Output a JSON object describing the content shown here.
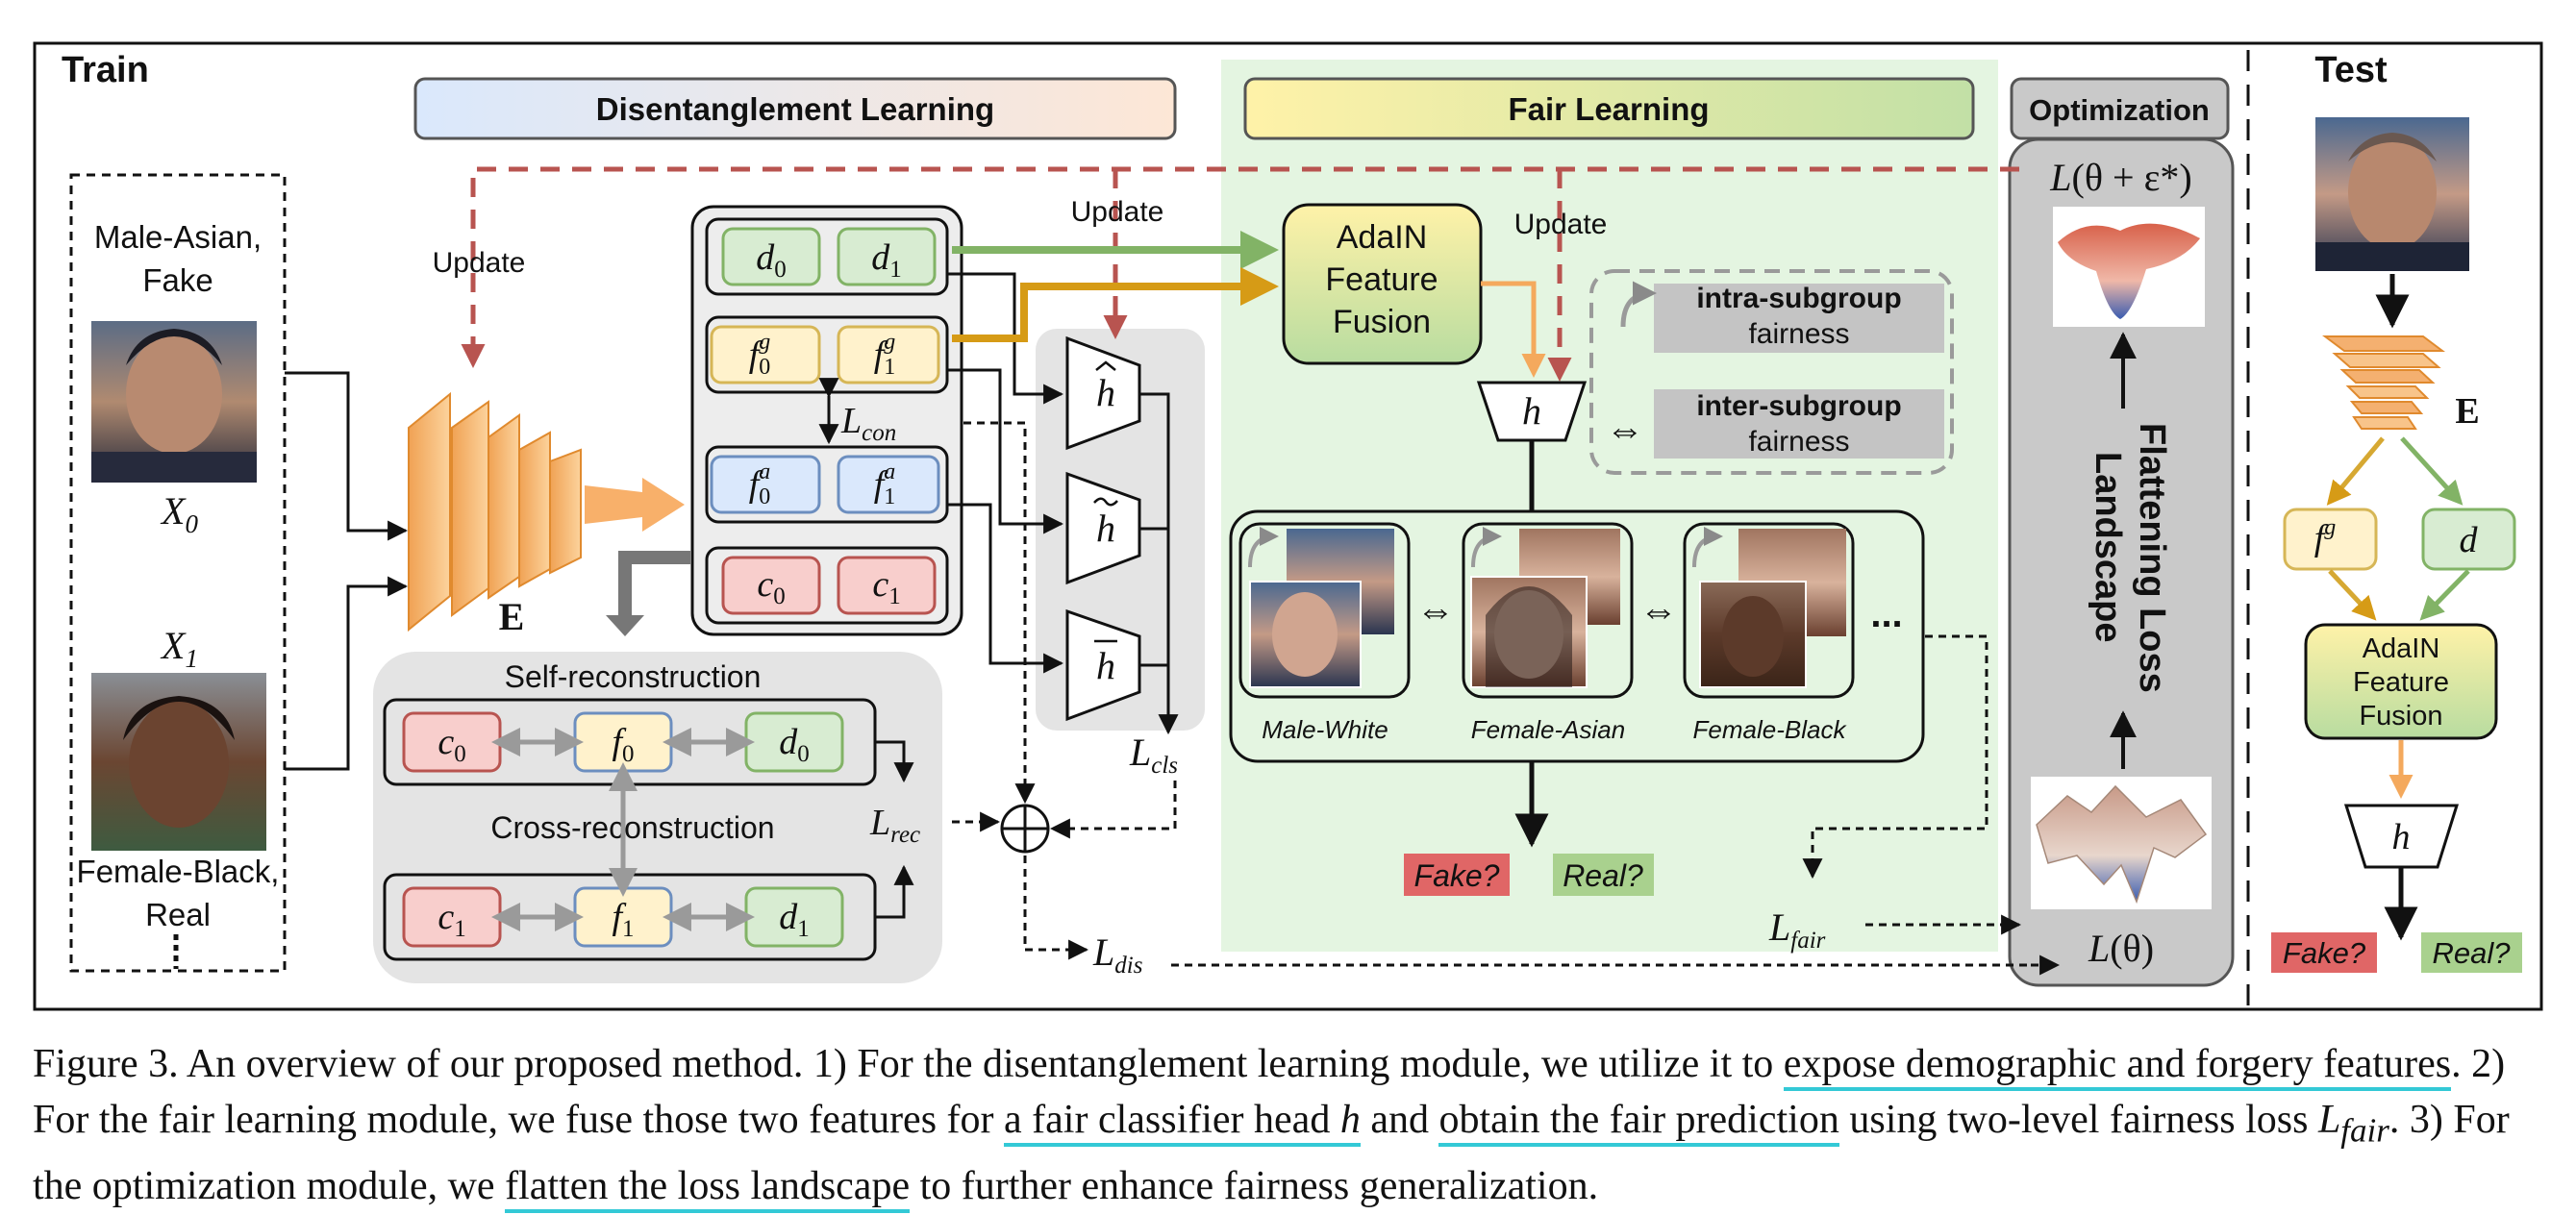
{
  "panels": {
    "train": "Train",
    "test": "Test",
    "disentanglement": "Disentanglement Learning",
    "fair": "Fair Learning",
    "optimization": "Optimization"
  },
  "inputs": {
    "x0_label_line1": "Male-Asian,",
    "x0_label_line2": "Fake",
    "x0_symbol": "X",
    "x0_sub": "0",
    "x1_symbol": "X",
    "x1_sub": "1",
    "x1_label_line1": "Female-Black,",
    "x1_label_line2": "Real"
  },
  "labels": {
    "update": "Update",
    "encoder": "E",
    "self_reconstruction": "Self-reconstruction",
    "cross_reconstruction": "Cross-reconstruction",
    "adain_line1": "AdaIN",
    "adain_line2": "Feature",
    "adain_line3": "Fusion",
    "intra_bold": "intra-subgroup",
    "intra_rest": "fairness",
    "inter_bold": "inter-subgroup",
    "inter_rest": "fairness",
    "h": "h",
    "fake": "Fake?",
    "real": "Real?",
    "flatten_line1": "Flattening Loss",
    "flatten_line2": "Landscape",
    "dots": "...",
    "biarrow": "⇔"
  },
  "features": {
    "d0": "d",
    "d1": "d",
    "fg0": "f",
    "fg1": "f",
    "fa0": "f",
    "fa1": "f",
    "c0": "c",
    "c1": "c",
    "f0": "f",
    "f1": "f",
    "sub0": "0",
    "sub1": "1",
    "sup_g": "g",
    "sup_a": "a"
  },
  "losses": {
    "L": "L",
    "con": "con",
    "cls": "cls",
    "rec": "rec",
    "dis": "dis",
    "fair": "fair",
    "theta_eps": "(θ + ε*)",
    "theta": "(θ)"
  },
  "subgroups": [
    "Male-White",
    "Female-Asian",
    "Female-Black"
  ],
  "test": {
    "encoder": "E",
    "fg": "f",
    "fg_sup": "g",
    "d": "d",
    "adain_line1": "AdaIN",
    "adain_line2": "Feature",
    "adain_line3": "Fusion",
    "h": "h",
    "fake": "Fake?",
    "real": "Real?"
  },
  "caption": {
    "p1": "Figure 3. An overview of our proposed method. 1) For the disentanglement learning module, we utilize it to ",
    "u1": "expose demographic and forgery features",
    "p2": ". 2) For the fair learning module, we fuse those two features for ",
    "u2a": "a fair classifier head ",
    "u2h": "h",
    "p3": " and ",
    "u3": "obtain the fair prediction",
    "p4": " using two-level fairness loss ",
    "lfair": "L",
    "lfair_sub": "fair",
    "p5": ". 3) For the optimization module, we ",
    "u4": "flatten the loss landscape",
    "p6": " to further enhance fairness generalization."
  },
  "colors": {
    "green_fill": "#d8ecd2",
    "green_stroke": "#82b366",
    "yellow_fill": "#fff2cc",
    "yellow_stroke": "#d6b656",
    "blue_fill": "#dae8fc",
    "blue_stroke": "#6c8ebf",
    "red_fill": "#f8cecc",
    "red_stroke": "#b85450",
    "fair_bg": "#e4f5e1",
    "gray_panel": "#ececec",
    "dashed_red": "#b85450",
    "orange": "#f4a95d",
    "fake_bg": "#e06666",
    "real_bg": "#a9d18e"
  }
}
